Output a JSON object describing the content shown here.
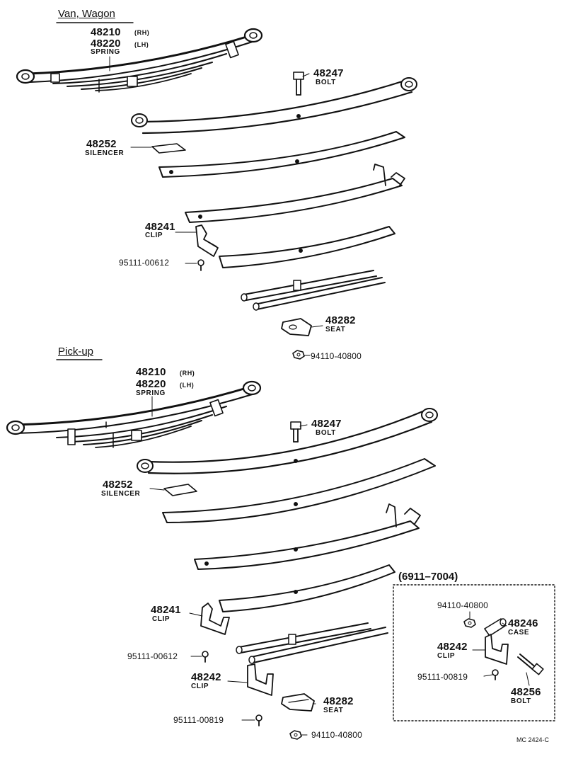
{
  "header_van": "Van, Wagon",
  "header_pickup": "Pick-up",
  "van": {
    "spring": {
      "rh": "48210",
      "rh_side": "(RH)",
      "lh": "48220",
      "lh_side": "(LH)",
      "name": "SPRING"
    },
    "bolt": {
      "num": "48247",
      "name": "BOLT"
    },
    "silencer": {
      "num": "48252",
      "name": "SILENCER"
    },
    "clip": {
      "num": "48241",
      "name": "CLIP"
    },
    "screw": "95111-00612",
    "seat": {
      "num": "48282",
      "name": "SEAT"
    },
    "nut": "94110-40800"
  },
  "pickup": {
    "spring": {
      "rh": "48210",
      "rh_side": "(RH)",
      "lh": "48220",
      "lh_side": "(LH)",
      "name": "SPRING"
    },
    "bolt": {
      "num": "48247",
      "name": "BOLT"
    },
    "silencer": {
      "num": "48252",
      "name": "SILENCER"
    },
    "clip1": {
      "num": "48241",
      "name": "CLIP"
    },
    "screw1": "95111-00612",
    "clip2": {
      "num": "48242",
      "name": "CLIP"
    },
    "screw2": "95111-00819",
    "seat": {
      "num": "48282",
      "name": "SEAT"
    },
    "nut": "94110-40800"
  },
  "inset": {
    "range": "(6911–7004)",
    "nut": "94110-40800",
    "case": {
      "num": "48246",
      "name": "CASE"
    },
    "clip": {
      "num": "48242",
      "name": "CLIP"
    },
    "screw": "95111-00819",
    "bolt": {
      "num": "48256",
      "name": "BOLT"
    }
  },
  "diagram_code": "MC 2424-C"
}
